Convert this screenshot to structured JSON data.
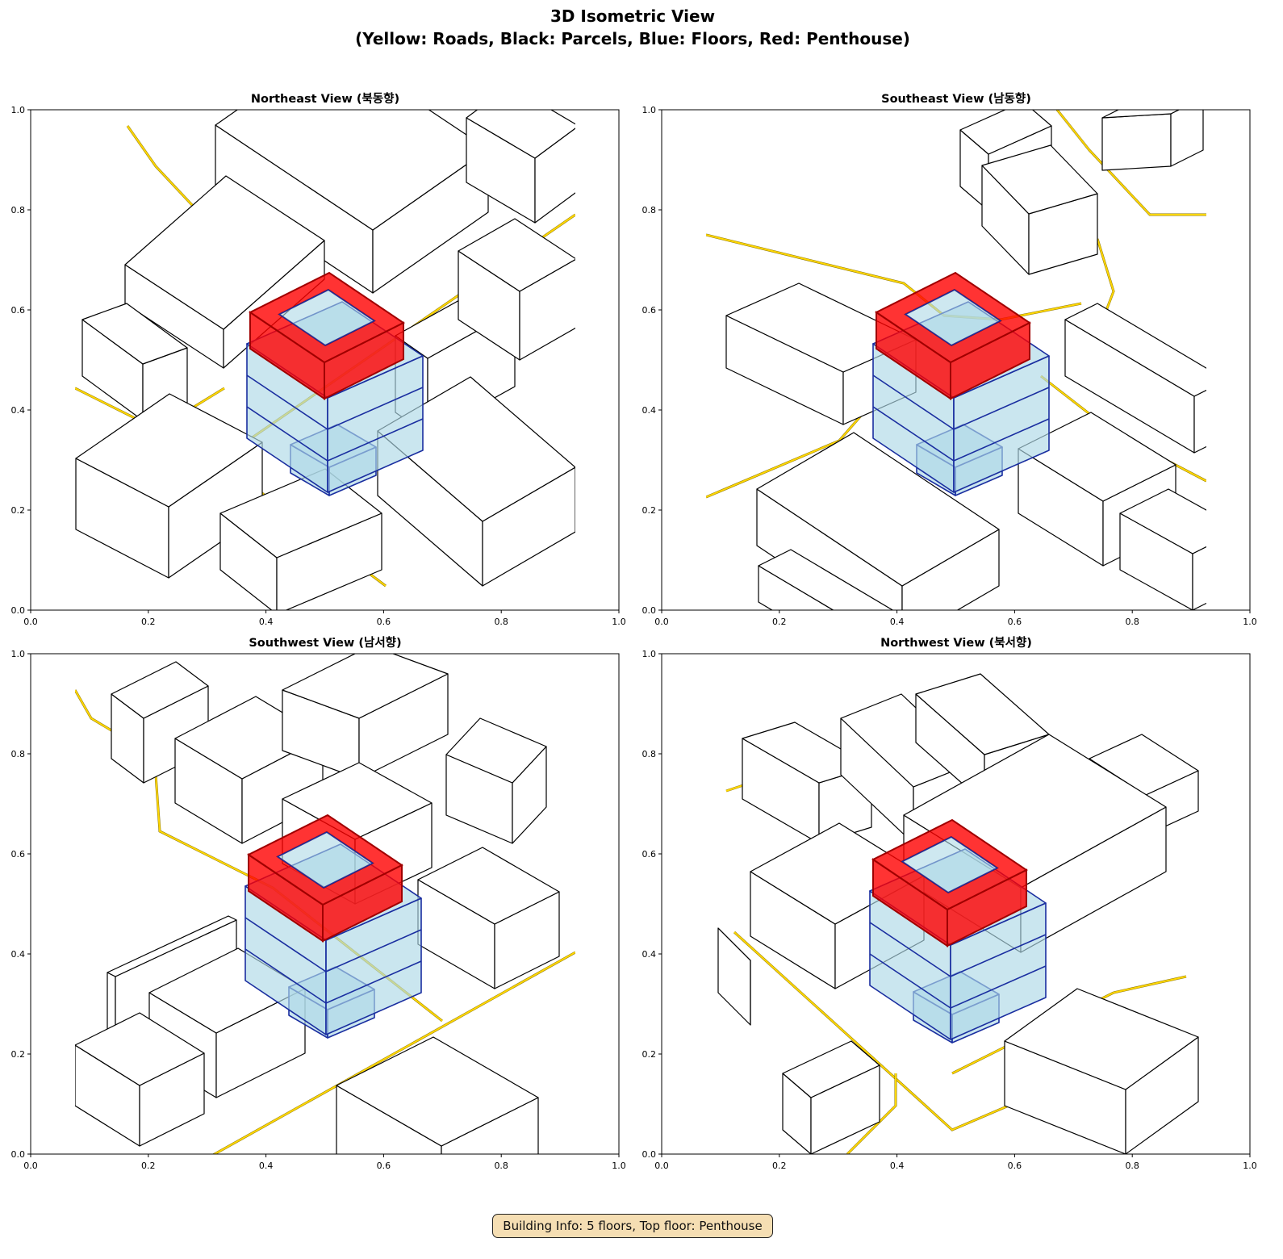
{
  "figure": {
    "title_line1": "3D Isometric View",
    "title_line2": "(Yellow: Roads, Black: Parcels, Blue: Floors, Red: Penthouse)",
    "info_box": "Building Info: 5 floors, Top floor: Penthouse"
  },
  "panels": [
    {
      "title": "Northeast View (북동향)"
    },
    {
      "title": "Southeast View (남동향)"
    },
    {
      "title": "Southwest View (남서향)"
    },
    {
      "title": "Northwest View (북서향)"
    }
  ],
  "axes": {
    "xticks": [
      "0.0",
      "0.2",
      "0.4",
      "0.6",
      "0.8",
      "1.0"
    ],
    "yticks": [
      "0.0",
      "0.2",
      "0.4",
      "0.6",
      "0.8",
      "1.0"
    ],
    "xlim": [
      0,
      1
    ],
    "ylim": [
      0,
      1
    ]
  },
  "colors": {
    "roads": "#ffd700",
    "parcels": "#000000",
    "floors_fill": "#add8e6",
    "floors_edge": "#1a2ea0",
    "penthouse": "#ff0000",
    "info_bg": "#f5deb3"
  },
  "building": {
    "floors": 5,
    "top_floor": "Penthouse"
  }
}
